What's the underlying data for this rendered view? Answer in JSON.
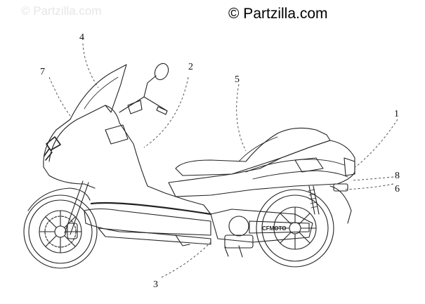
{
  "watermark": {
    "faint_text": "© Partzilla.com",
    "main_text": "© Partzilla.com"
  },
  "callouts": {
    "c1": "1",
    "c2": "2",
    "c3": "3",
    "c4": "4",
    "c5": "5",
    "c6": "6",
    "c7": "7",
    "c8": "8"
  },
  "body_badge": "CFMOTO"
}
